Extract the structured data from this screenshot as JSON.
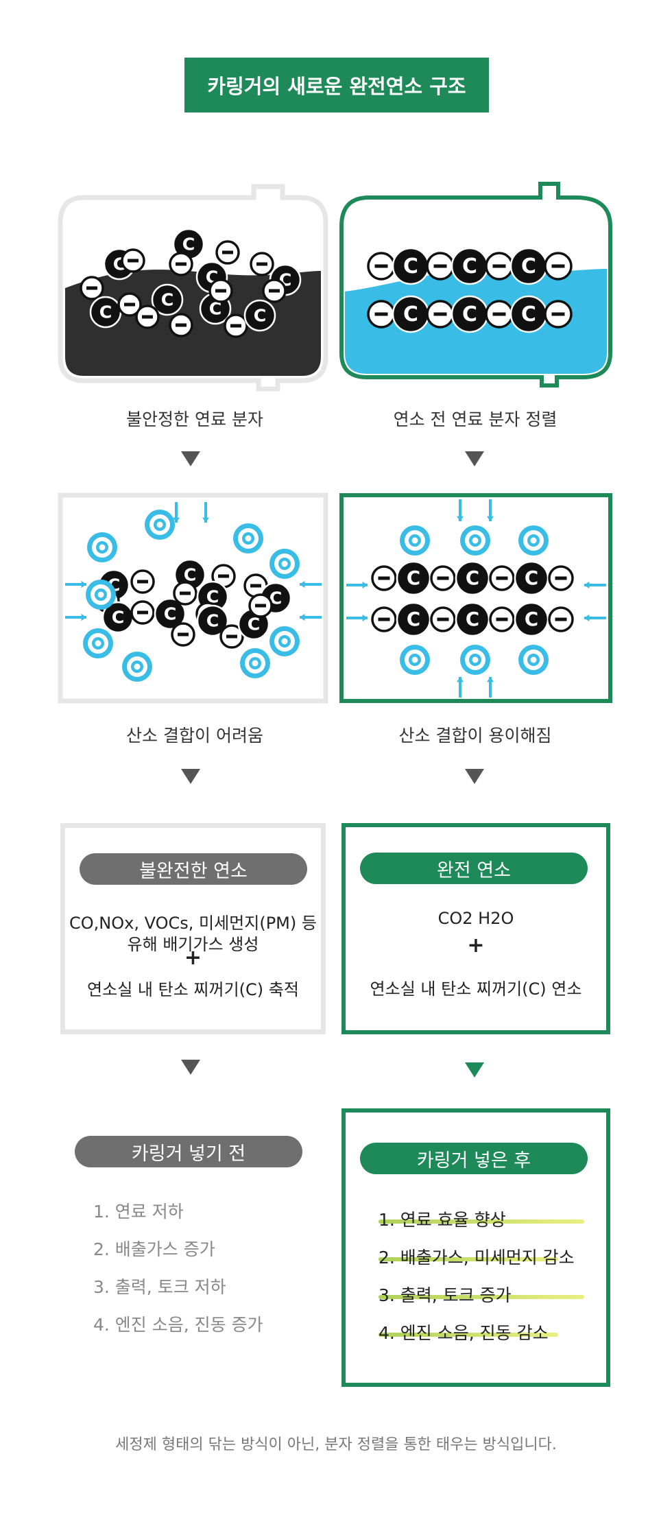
{
  "title": "카링거의 새로운 완전연소 구조",
  "captions": {
    "left_1": "불안정한 연료 분자",
    "right_1": "연소 전 연료 분자 정렬",
    "left_2": "산소 결합이 어려움",
    "right_2": "산소 결합이 용이해짐"
  },
  "molecule": {
    "carbon": "C",
    "bond": "−"
  },
  "result_left": {
    "header": "불완전한 연소",
    "line1": "CO,NOx, VOCs, 미세먼지(PM) 등",
    "line2": "유해 배기가스 생성",
    "plus": "+",
    "line3": "연소실 내 탄소 찌꺼기(C) 축적"
  },
  "result_right": {
    "header": "완전 연소",
    "line1": "CO2 H2O",
    "plus": "+",
    "line3": "연소실 내 탄소 찌꺼기(C) 연소"
  },
  "before": {
    "header": "카링거 넣기 전",
    "items": [
      "1. 연료 저하",
      "2. 배출가스 증가",
      "3. 출력, 토크 저하",
      "4. 엔진 소음, 진동 증가"
    ]
  },
  "after": {
    "header": "카링거 넣은 후",
    "items": [
      "1. 연료 효율 향상",
      "2. 배출가스, 미세먼지 감소",
      "3. 출력, 토크 증가",
      "4. 엔진 소음, 진동 감소"
    ]
  },
  "footer": "세정제 형태의 닦는 방식이 아닌, 분자 정렬을 통한 태우는 방식입니다.",
  "colors": {
    "green": "#1e8a5a",
    "gray_panel": "#e6e6e6",
    "blue": "#39bde6",
    "tank_dark": "#2f2f2f",
    "pill_gray": "#6f6f6f",
    "arrow_gray": "#555555"
  }
}
